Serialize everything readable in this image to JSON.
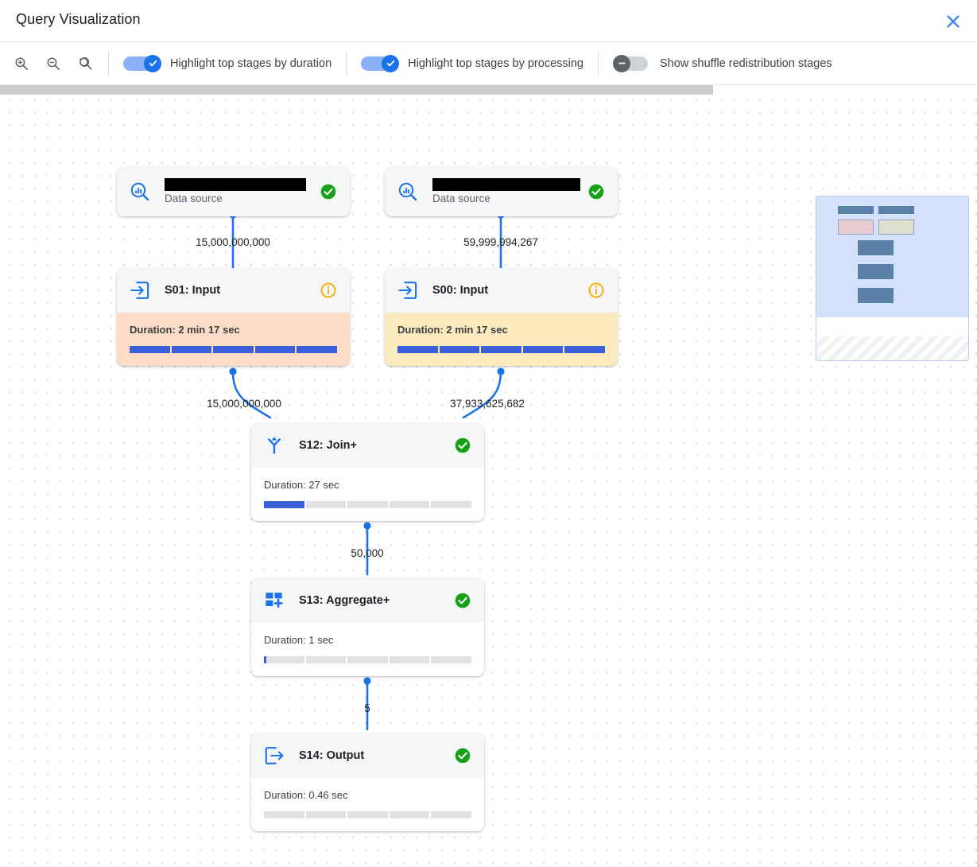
{
  "header": {
    "title": "Query Visualization",
    "close_icon": "close-icon"
  },
  "toolbar": {
    "zoom_in_icon": "zoom-in-icon",
    "zoom_out_icon": "zoom-out-icon",
    "zoom_reset_icon": "zoom-reset-icon",
    "toggles": [
      {
        "label": "Highlight top stages by duration",
        "state": "on"
      },
      {
        "label": "Highlight top stages by processing",
        "state": "on"
      },
      {
        "label": "Show shuffle redistribution stages",
        "state": "off"
      }
    ]
  },
  "graph": {
    "nodes": [
      {
        "id": "ds-left",
        "kind": "data-source",
        "title_redacted": true,
        "subtitle": "Data source",
        "status": "success",
        "icon": "data-source-icon"
      },
      {
        "id": "ds-right",
        "kind": "data-source",
        "title_redacted": true,
        "subtitle": "Data source",
        "status": "success",
        "icon": "data-source-icon"
      },
      {
        "id": "s01",
        "kind": "stage",
        "title": "S01: Input",
        "duration": "Duration: 2 min 17 sec",
        "progress_pct": 100,
        "highlight": "peach",
        "status": "info",
        "icon": "input-arrow-icon"
      },
      {
        "id": "s00",
        "kind": "stage",
        "title": "S00: Input",
        "duration": "Duration: 2 min 17 sec",
        "progress_pct": 100,
        "highlight": "cream",
        "status": "info",
        "icon": "input-arrow-icon"
      },
      {
        "id": "s12",
        "kind": "stage",
        "title": "S12: Join+",
        "duration": "Duration: 27 sec",
        "progress_pct": 20,
        "highlight": "none",
        "status": "success",
        "icon": "join-icon"
      },
      {
        "id": "s13",
        "kind": "stage",
        "title": "S13: Aggregate+",
        "duration": "Duration: 1 sec",
        "progress_pct": 1,
        "highlight": "none",
        "status": "success",
        "icon": "aggregate-icon"
      },
      {
        "id": "s14",
        "kind": "stage",
        "title": "S14: Output",
        "duration": "Duration: 0.46 sec",
        "progress_pct": 0,
        "highlight": "none",
        "status": "success",
        "icon": "output-arrow-icon"
      }
    ],
    "edges": [
      {
        "from": "ds-left",
        "to": "s01",
        "label": "15,000,000,000"
      },
      {
        "from": "ds-right",
        "to": "s00",
        "label": "59,999,994,267"
      },
      {
        "from": "s01",
        "to": "s12",
        "label": "15,000,000,000"
      },
      {
        "from": "s00",
        "to": "s12",
        "label": "37,933,625,682"
      },
      {
        "from": "s12",
        "to": "s13",
        "label": "50,000"
      },
      {
        "from": "s13",
        "to": "s14",
        "label": "5"
      }
    ]
  },
  "minimap": {
    "name": "graph-minimap"
  },
  "colors": {
    "accent_blue": "#1a73e8",
    "edge_blue": "#1a73e8",
    "progress_fill": "#3b5fd9",
    "progress_track": "#dfe1e3",
    "highlight_peach": "#fcdcc6",
    "highlight_cream": "#fbeabd",
    "status_success": "#137333",
    "status_info": "#f9ab00"
  }
}
